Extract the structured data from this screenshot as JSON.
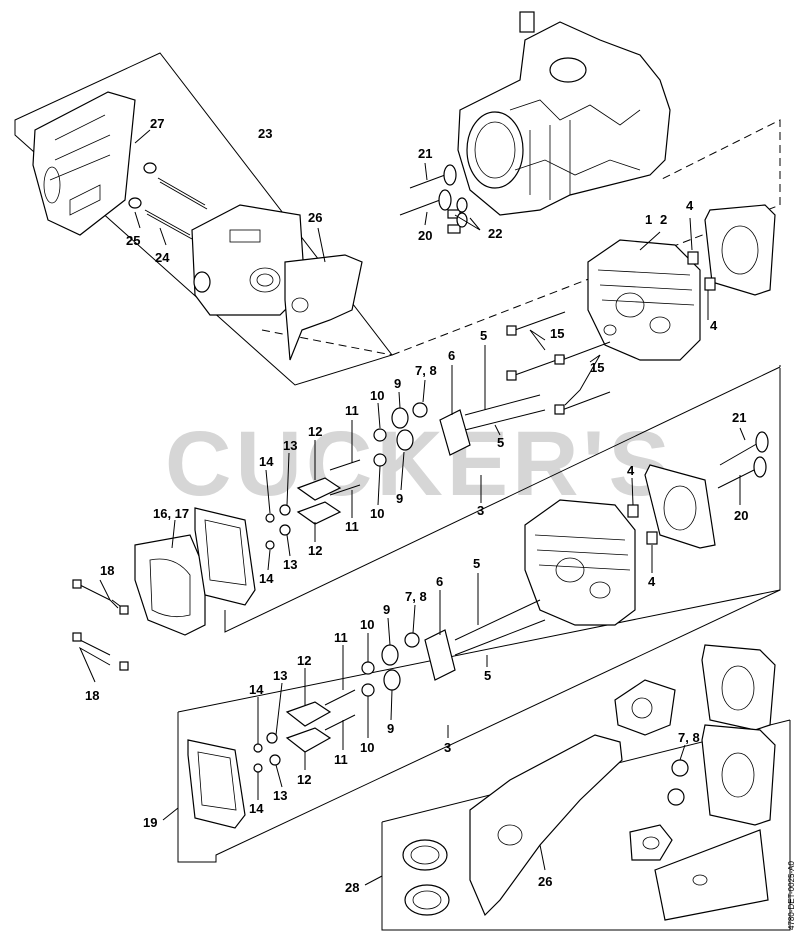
{
  "watermark": "CUCKER'S",
  "drawing_code": "4780-DET-0025-A0",
  "callouts": {
    "c27": "27",
    "c23": "23",
    "c25": "25",
    "c24": "24",
    "c26a": "26",
    "c21a": "21",
    "c20a": "20",
    "c22": "22",
    "c1": "1",
    "c2": "2",
    "c4a": "4",
    "c4b": "4",
    "c15a": "15",
    "c15b": "15",
    "c5a": "5",
    "c5b": "5",
    "c6a": "6",
    "c78a": "7, 8",
    "c9a": "9",
    "c9b": "9",
    "c10a": "10",
    "c10b": "10",
    "c11a": "11",
    "c11b": "11",
    "c12a": "12",
    "c12b": "12",
    "c13a": "13",
    "c13b": "13",
    "c14a": "14",
    "c14b": "14",
    "c1617": "16, 17",
    "c3a": "3",
    "c18a": "18",
    "c18b": "18",
    "c21b": "21",
    "c20b": "20",
    "c4c": "4",
    "c4d": "4",
    "c5c": "5",
    "c5d": "5",
    "c6b": "6",
    "c78b": "7, 8",
    "c9c": "9",
    "c9d": "9",
    "c10c": "10",
    "c10d": "10",
    "c11c": "11",
    "c11d": "11",
    "c12c": "12",
    "c12d": "12",
    "c13c": "13",
    "c13d": "13",
    "c14c": "14",
    "c14d": "14",
    "c3b": "3",
    "c19": "19",
    "c78c": "7, 8",
    "c28": "28",
    "c26b": "26"
  }
}
